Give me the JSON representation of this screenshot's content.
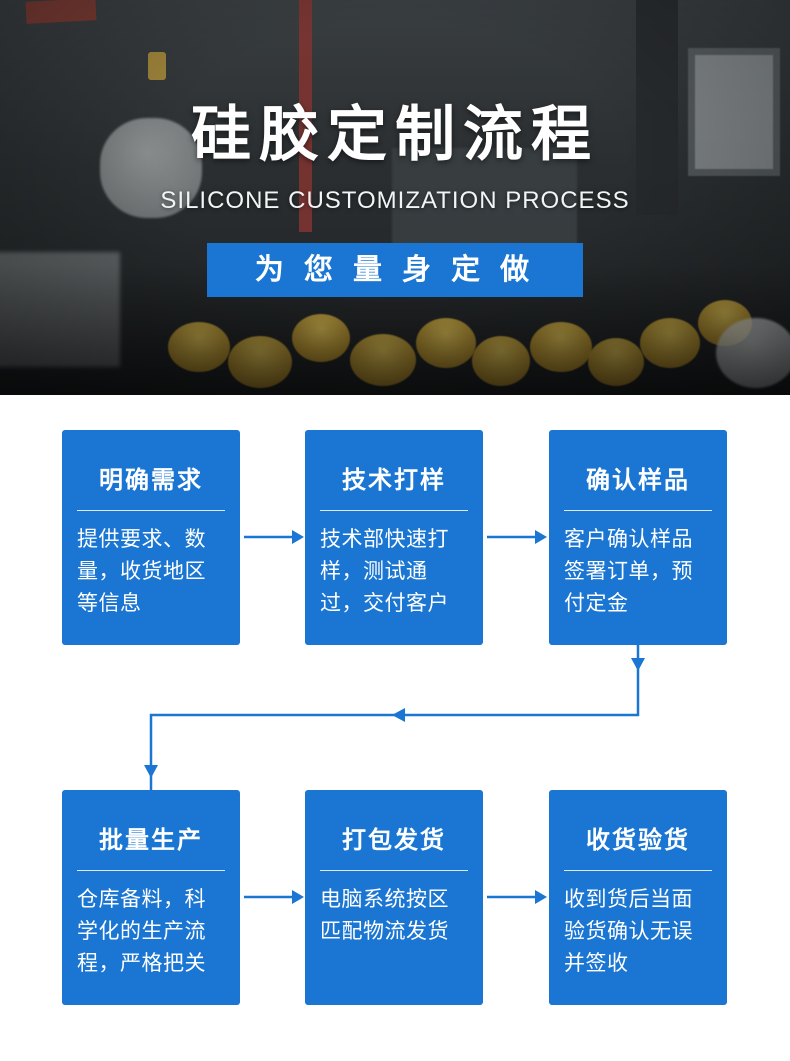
{
  "hero": {
    "title": "硅胶定制流程",
    "subtitle": "SILICONE CUSTOMIZATION PROCESS",
    "banner": "为 您 量 身 定 做"
  },
  "colors": {
    "accent": "#1a76d2",
    "hero_background": "#2b2f31",
    "text_on_accent": "#ffffff"
  },
  "steps": [
    {
      "title": "明确需求",
      "desc": "提供要求、数量，收货地区等信息"
    },
    {
      "title": "技术打样",
      "desc": "技术部快速打样，测试通过，交付客户"
    },
    {
      "title": "确认样品",
      "desc": "客户确认样品签署订单，预付定金"
    },
    {
      "title": "批量生产",
      "desc": "仓库备料，科学化的生产流程，严格把关"
    },
    {
      "title": "打包发货",
      "desc": "电脑系统按区匹配物流发货"
    },
    {
      "title": "收货验货",
      "desc": "收到货后当面验货确认无误并签收"
    }
  ]
}
